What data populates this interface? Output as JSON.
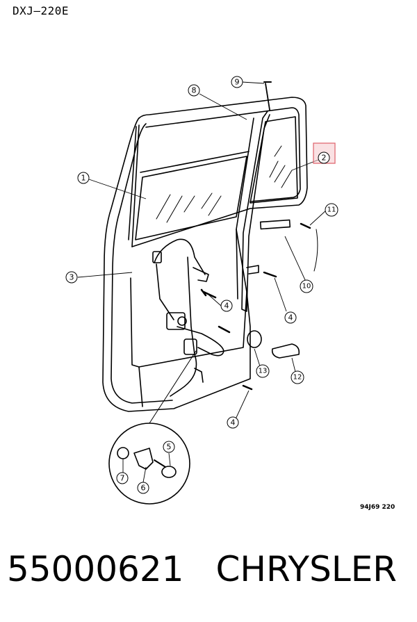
{
  "diagram_code": "DXJ–220E",
  "reference_code": "94J69 220",
  "footer": {
    "part_number": "55000621",
    "brand": "CHRYSLER"
  },
  "callouts": {
    "c1": "1",
    "c2": "2",
    "c3": "3",
    "c4a": "4",
    "c4b": "4",
    "c4c": "4",
    "c5": "5",
    "c6": "6",
    "c7": "7",
    "c8": "8",
    "c9": "9",
    "c10": "10",
    "c11": "11",
    "c12": "12",
    "c13": "13"
  },
  "colors": {
    "line": "#000000",
    "highlight_fill": "#f6c9cc",
    "highlight_stroke": "#e06a74"
  }
}
